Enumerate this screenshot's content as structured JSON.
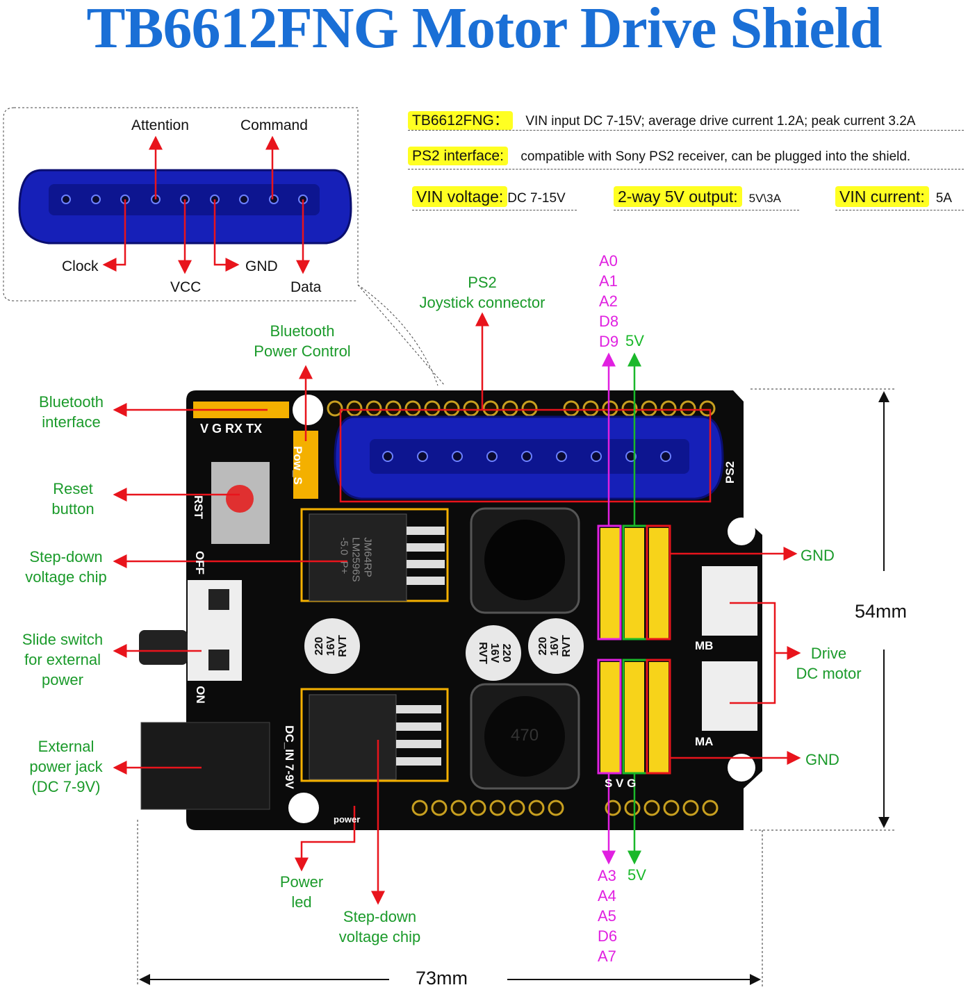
{
  "title": "TB6612FNG Motor Drive Shield",
  "colors": {
    "title": "#1a6fd6",
    "callout_label": "#1a9a2a",
    "arrow": "#e8141c",
    "analog_pins": "#e020e0",
    "power_pins": "#1ab82a",
    "highlight": "#ffff22",
    "board": "#0b0b0b"
  },
  "connector_pinout": {
    "attention": "Attention",
    "command": "Command",
    "clock": "Clock",
    "vcc": "VCC",
    "gnd": "GND",
    "data": "Data"
  },
  "specs": {
    "tb6612_label": "TB6612FNG：",
    "tb6612_value": "VIN input DC 7-15V; average drive current 1.2A; peak current 3.2A",
    "ps2_label": "PS2 interface:",
    "ps2_value": "compatible with Sony PS2 receiver, can be plugged into the shield.",
    "vin_voltage_label": "VIN voltage:",
    "vin_voltage_value": "DC 7-15V",
    "output_label": "2-way 5V output:",
    "output_value": "5V\\3A",
    "vin_current_label": "VIN current:",
    "vin_current_value": "5A"
  },
  "callouts": {
    "ps2_joystick": [
      "PS2",
      "Joystick connector"
    ],
    "bt_power": [
      "Bluetooth",
      "Power Control"
    ],
    "bt_interface": [
      "Bluetooth",
      "interface"
    ],
    "reset": [
      "Reset",
      "button"
    ],
    "stepdown1": [
      "Step-down",
      "voltage chip"
    ],
    "slide_switch": [
      "Slide switch",
      "for external",
      "power"
    ],
    "power_jack": [
      "External",
      "power jack",
      "(DC 7-9V)"
    ],
    "power_led": [
      "Power",
      "led"
    ],
    "stepdown2": [
      "Step-down",
      "voltage chip"
    ],
    "gnd_top": "GND",
    "gnd_bottom": "GND",
    "drive_motor": [
      "Drive",
      "DC motor"
    ]
  },
  "pins_top": {
    "signals": [
      "A0",
      "A1",
      "A2",
      "D8",
      "D9"
    ],
    "power": "5V"
  },
  "pins_bottom": {
    "signals": [
      "A3",
      "A4",
      "A5",
      "D6",
      "A7"
    ],
    "power": "5V"
  },
  "dimensions": {
    "height": "54mm",
    "width": "73mm"
  },
  "silkscreen": {
    "header": "V  G  RX TX",
    "pow": "Pow_S",
    "rst": "RST",
    "off": "OFF",
    "on": "ON",
    "dcin": "DC_IN 7-9V",
    "ps2": "PS2",
    "mb": "MB",
    "ma": "MA",
    "svg": "S  V  G",
    "power": "power",
    "cap": "220\n16V\nRVT",
    "inductor": "470",
    "chip": "JM64RP\nLM2596S\n-5.0  P+"
  }
}
